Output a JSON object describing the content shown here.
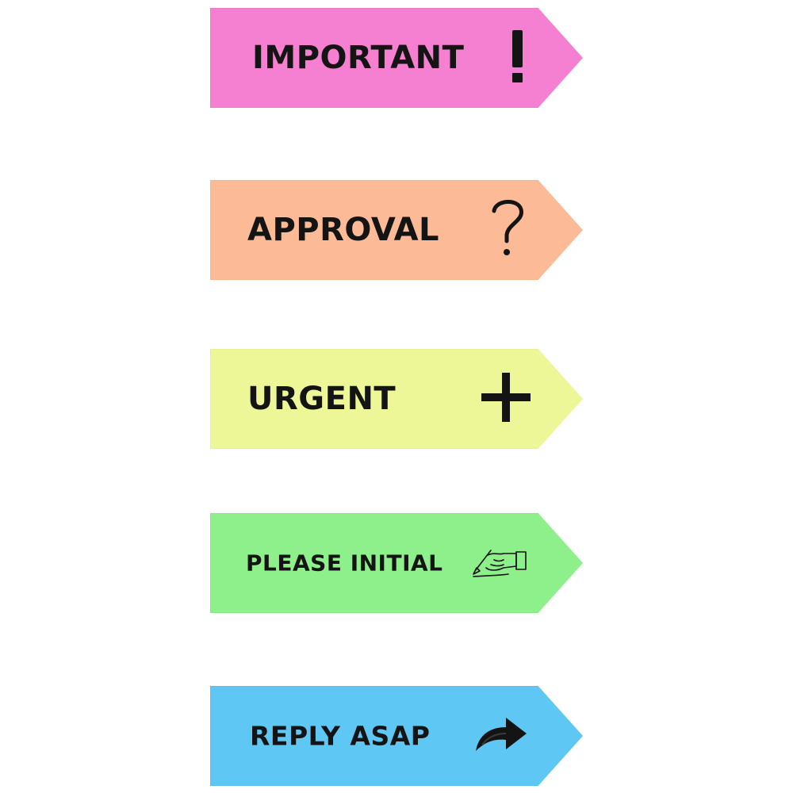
{
  "flags": [
    {
      "label": "IMPORTANT",
      "icon": "exclamation-icon",
      "color": "#f57fd0"
    },
    {
      "label": "APPROVAL",
      "icon": "question-mark-icon",
      "color": "#fcbb96"
    },
    {
      "label": "URGENT",
      "icon": "plus-icon",
      "color": "#eef797"
    },
    {
      "label": "PLEASE INITIAL",
      "icon": "hand-writing-icon",
      "color": "#8ef08a"
    },
    {
      "label": "REPLY ASAP",
      "icon": "curved-arrow-icon",
      "color": "#5fc7f3"
    }
  ]
}
